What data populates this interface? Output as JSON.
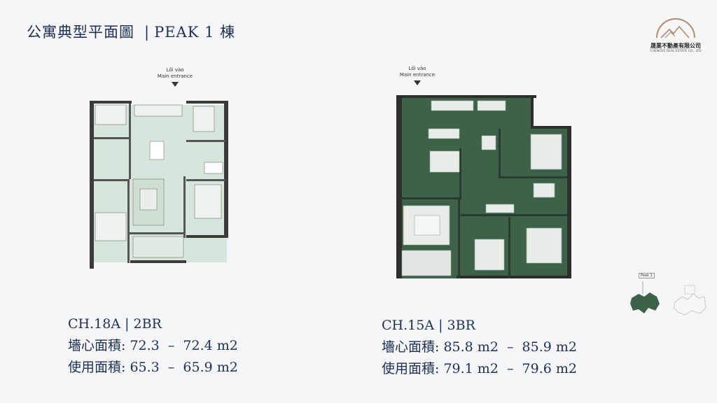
{
  "header": {
    "title": "公寓典型平面圖",
    "separator": "|",
    "tower": "PEAK 1 棟"
  },
  "logo": {
    "name_cn": "晟業不動產有限公司",
    "name_en": "CHENOVE REAL ESTATE CO., LTD"
  },
  "entrance": {
    "line1": "Lối vào",
    "line2": "Main entrance"
  },
  "units": [
    {
      "code": "CH.18A",
      "separator": "|",
      "type": "2BR",
      "gross_label": "墻心面積:",
      "gross_area": "72.3  –  72.4 m2",
      "net_label": "使用面積:",
      "net_area": "65.3  –  65.9 m2"
    },
    {
      "code": "CH.15A",
      "separator": "|",
      "type": "3BR",
      "gross_label": "墻心面積:",
      "gross_area": "85.8 m2  –  85.9 m2",
      "net_label": "使用面積:",
      "net_area": "79.1 m2  –  79.6 m2"
    }
  ],
  "key_plan": {
    "label": "Peak 1"
  },
  "colors": {
    "title_navy": "#1f2f55",
    "plan_light_green": "#d6e6da",
    "plan_dark_green": "#3d6149",
    "wall": "#3b3b3b"
  }
}
